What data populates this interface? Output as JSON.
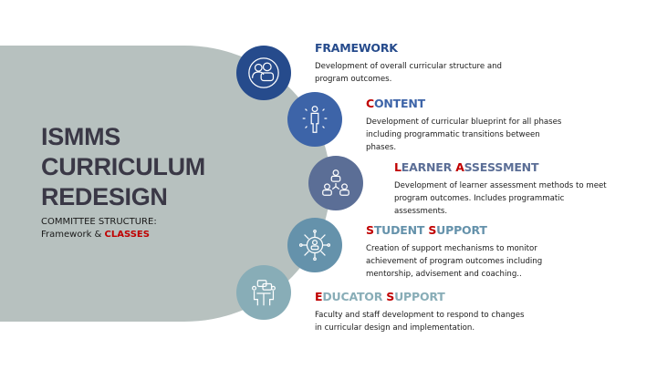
{
  "title_lines": [
    "ISMMS",
    "CURRICULUM",
    "REDESIGN"
  ],
  "subtitle": {
    "line1": "COMMITTEE STRUCTURE:",
    "line2_prefix": "Framework & ",
    "line2_highlight": "CLASSES"
  },
  "items": [
    {
      "heading_parts": [
        {
          "t": "FRAMEWORK",
          "red": false
        }
      ],
      "desc": "Development of overall curricular structure and program outcomes.",
      "icon": "people-chat-icon",
      "color": "#264b8c"
    },
    {
      "heading_parts": [
        {
          "t": "C",
          "red": true
        },
        {
          "t": "ONTENT",
          "red": false
        }
      ],
      "desc": "Development of curricular blueprint for all phases including programmatic transitions between phases.",
      "icon": "person-idea-icon",
      "color": "#3d64a8"
    },
    {
      "heading_parts": [
        {
          "t": "L",
          "red": true
        },
        {
          "t": "EARNER ",
          "red": false
        },
        {
          "t": "A",
          "red": true
        },
        {
          "t": "SSESSMENT",
          "red": false
        }
      ],
      "desc": "Development of learner assessment methods to meet program outcomes. Includes programmatic assessments.",
      "icon": "group-network-icon",
      "color": "#5b6e96"
    },
    {
      "heading_parts": [
        {
          "t": "S",
          "red": true
        },
        {
          "t": "TUDENT ",
          "red": false
        },
        {
          "t": "S",
          "red": true
        },
        {
          "t": "UPPORT",
          "red": false
        }
      ],
      "desc": "Creation of support mechanisms to monitor achievement of program outcomes including mentorship, advisement and coaching..",
      "icon": "person-hub-icon",
      "color": "#6592ab"
    },
    {
      "heading_parts": [
        {
          "t": "E",
          "red": true
        },
        {
          "t": "DUCATOR ",
          "red": false
        },
        {
          "t": "S",
          "red": true
        },
        {
          "t": "UPPORT",
          "red": false
        }
      ],
      "desc": "Faculty and staff development to respond to changes in curricular design and implementation.",
      "icon": "meeting-table-icon",
      "color": "#88adb7"
    }
  ],
  "colors": {
    "accent_red": "#c00000",
    "shape": "#b7c1bf",
    "title": "#3a3846"
  }
}
